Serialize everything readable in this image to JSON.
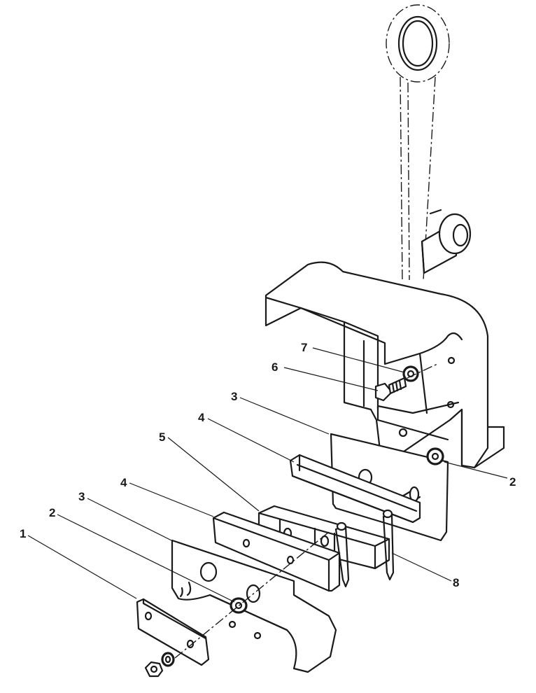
{
  "callouts": [
    {
      "id": "1",
      "label": "1"
    },
    {
      "id": "2a",
      "label": "2"
    },
    {
      "id": "3a",
      "label": "3"
    },
    {
      "id": "4a",
      "label": "4"
    },
    {
      "id": "5",
      "label": "5"
    },
    {
      "id": "4b",
      "label": "4"
    },
    {
      "id": "3b",
      "label": "3"
    },
    {
      "id": "7",
      "label": "7"
    },
    {
      "id": "6",
      "label": "6"
    },
    {
      "id": "2b",
      "label": "2"
    },
    {
      "id": "8",
      "label": "8"
    }
  ]
}
